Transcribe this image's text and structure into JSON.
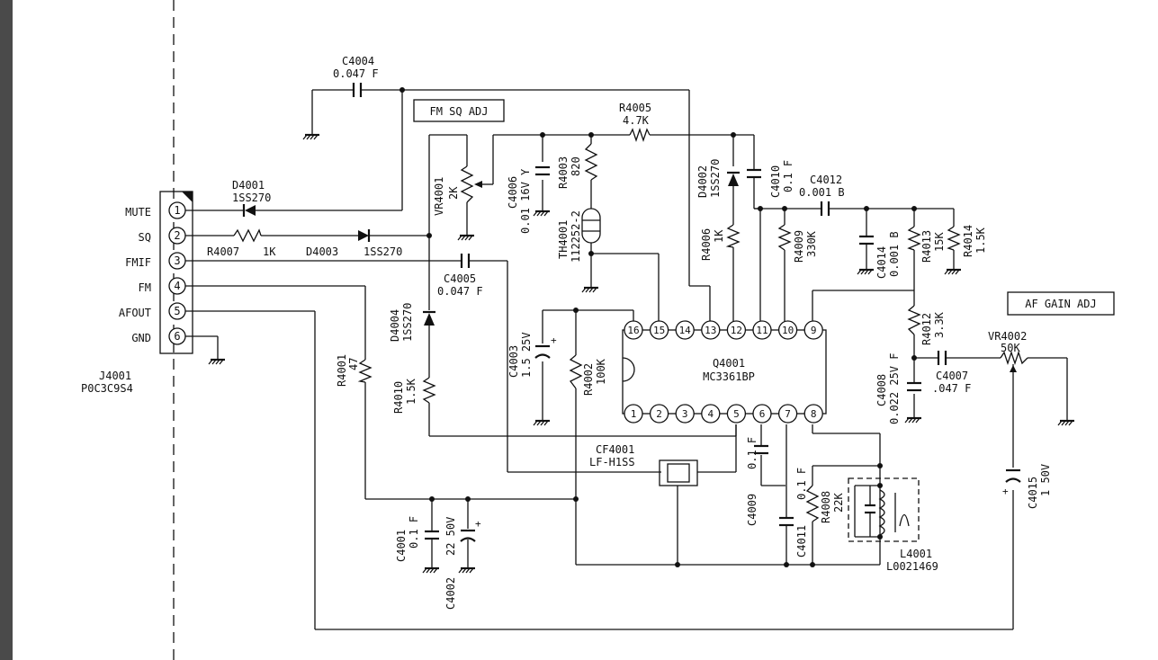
{
  "colors": {
    "ink": "#111111",
    "background": "#ffffff",
    "left_bar": "#4a4a4a"
  },
  "connector": {
    "ref": "J4001",
    "part": "P0C3C9S4",
    "pins": [
      {
        "num": "1",
        "label": "MUTE"
      },
      {
        "num": "2",
        "label": "SQ"
      },
      {
        "num": "3",
        "label": "FMIF"
      },
      {
        "num": "4",
        "label": "FM"
      },
      {
        "num": "5",
        "label": "AFOUT"
      },
      {
        "num": "6",
        "label": "GND"
      }
    ]
  },
  "adjust_boxes": {
    "fm_sq": "FM SQ ADJ",
    "af_gain": "AF GAIN ADJ"
  },
  "ic": {
    "ref": "Q4001",
    "part": "MC3361BP",
    "top_pins": [
      "16",
      "15",
      "14",
      "13",
      "12",
      "11",
      "10",
      "9"
    ],
    "bottom_pins": [
      "1",
      "2",
      "3",
      "4",
      "5",
      "6",
      "7",
      "8"
    ]
  },
  "components": {
    "c4004": {
      "ref": "C4004",
      "value": "0.047 F"
    },
    "d4001": {
      "ref": "D4001",
      "value": "1SS270"
    },
    "r4007": {
      "ref": "R4007",
      "value": "1K"
    },
    "d4003": {
      "ref": "D4003",
      "value": "1SS270"
    },
    "vr4001": {
      "ref": "VR4001",
      "value": "2K"
    },
    "c4005": {
      "ref": "C4005",
      "value": "0.047 F"
    },
    "d4004": {
      "ref": "D4004",
      "value": "1SS270"
    },
    "r4010": {
      "ref": "R4010",
      "value": "1.5K"
    },
    "r4001": {
      "ref": "R4001",
      "value": "47"
    },
    "c4006": {
      "ref": "C4006",
      "value": "0.01 16V Y"
    },
    "r4003": {
      "ref": "R4003",
      "value": "820"
    },
    "th4001": {
      "ref": "TH4001",
      "value": "112252-2"
    },
    "r4005": {
      "ref": "R4005",
      "value": "4.7K"
    },
    "d4002": {
      "ref": "D4002",
      "value": "1SS270"
    },
    "c4010": {
      "ref": "C4010",
      "value": "0.1 F"
    },
    "r4006": {
      "ref": "R4006",
      "value": "1K"
    },
    "c4003": {
      "ref": "C4003",
      "value": "1.5 25V"
    },
    "r4002": {
      "ref": "R4002",
      "value": "100K"
    },
    "r4009": {
      "ref": "R4009",
      "value": "330K"
    },
    "c4012": {
      "ref": "C4012",
      "value": "0.001 B"
    },
    "c4014": {
      "ref": "C4014",
      "value": "0.001 B"
    },
    "r4013": {
      "ref": "R4013",
      "value": "15K"
    },
    "r4014": {
      "ref": "R4014",
      "value": "1.5K"
    },
    "r4012": {
      "ref": "R4012",
      "value": "3.3K"
    },
    "c4008": {
      "ref": "C4008",
      "value": "0.022 25V F"
    },
    "c4007": {
      "ref": "C4007",
      "value": ".047 F"
    },
    "vr4002": {
      "ref": "VR4002",
      "value": "50K"
    },
    "cf4001": {
      "ref": "CF4001",
      "value": "LF-H1SS"
    },
    "c4009": {
      "ref": "C4009",
      "value": "0.1 F"
    },
    "c4011": {
      "ref": "C4011",
      "value": "0.1 F"
    },
    "r4008": {
      "ref": "R4008",
      "value": "22K"
    },
    "l4001": {
      "ref": "L4001",
      "value": "L0021469"
    },
    "c4001": {
      "ref": "C4001",
      "value": "0.1 F"
    },
    "c4002": {
      "ref": "C4002",
      "value": "22 50V"
    },
    "c4015": {
      "ref": "C4015",
      "value": "1 50V"
    }
  }
}
